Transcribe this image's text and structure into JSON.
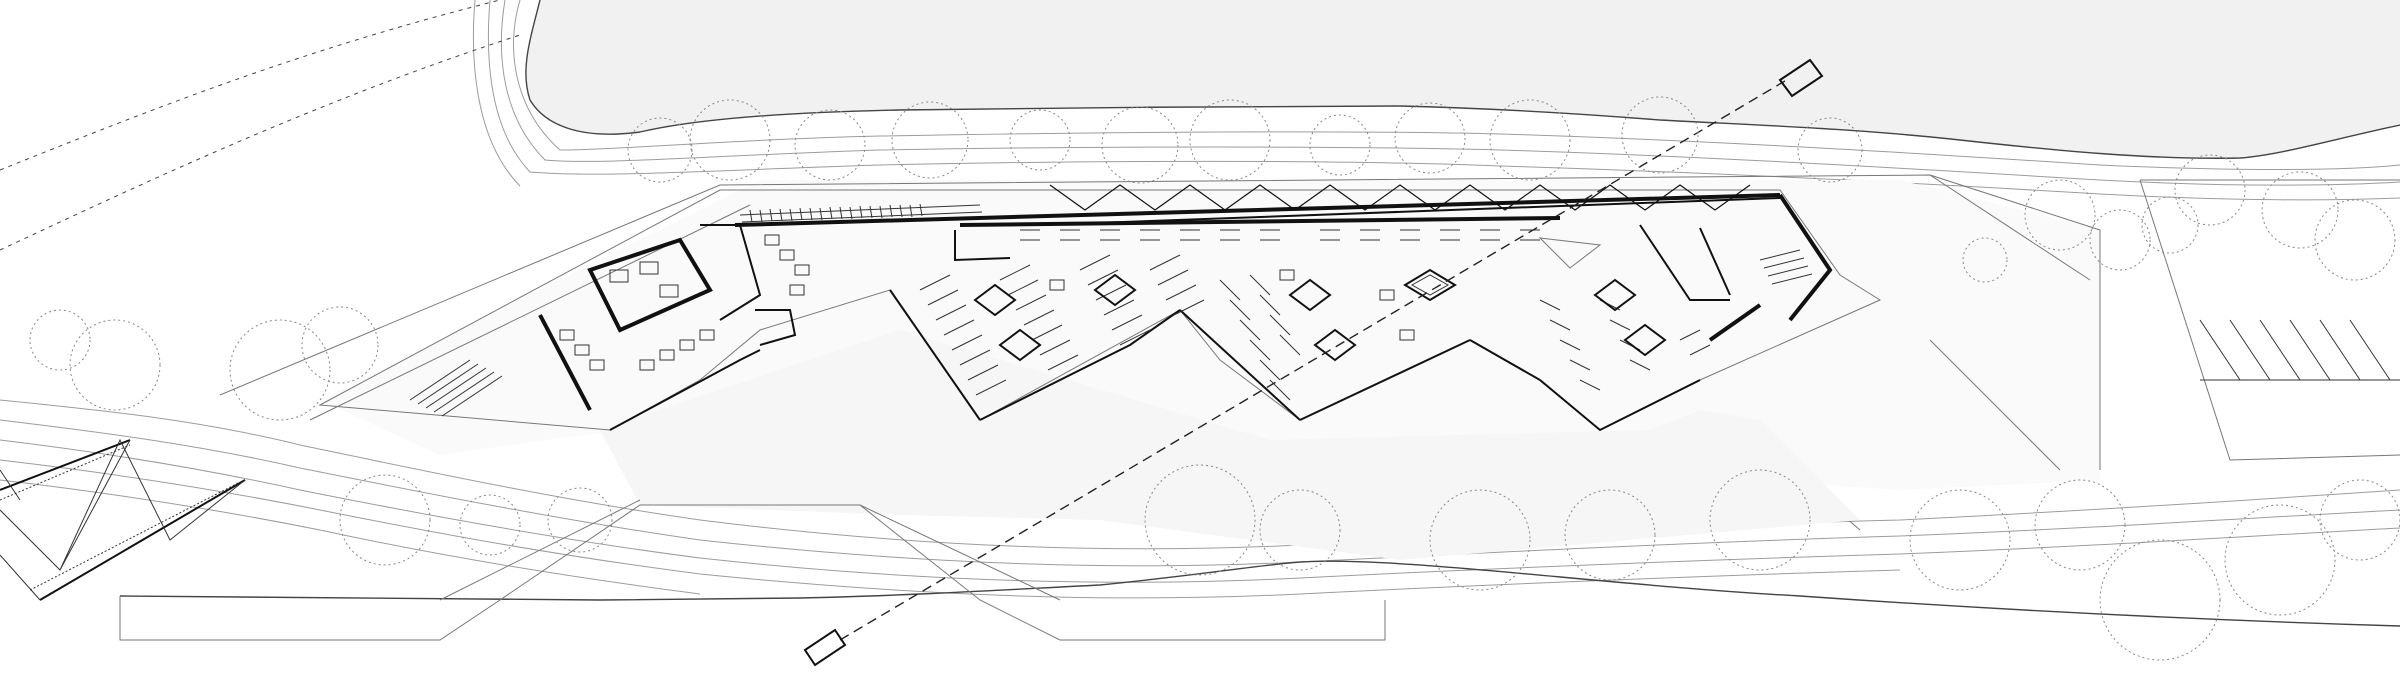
{
  "drawing": {
    "type": "architectural site plan",
    "colors": {
      "background": "#ffffff",
      "water": "#f1f1f1",
      "lines": "#111111",
      "contours": "#9c9c9c"
    },
    "elements": [
      "river-water",
      "riverbank-contours",
      "building-walls",
      "zigzag-roof",
      "reading-tables",
      "skylights",
      "section-cut-line",
      "trees",
      "pedestrian-bridge",
      "parking-area"
    ]
  }
}
